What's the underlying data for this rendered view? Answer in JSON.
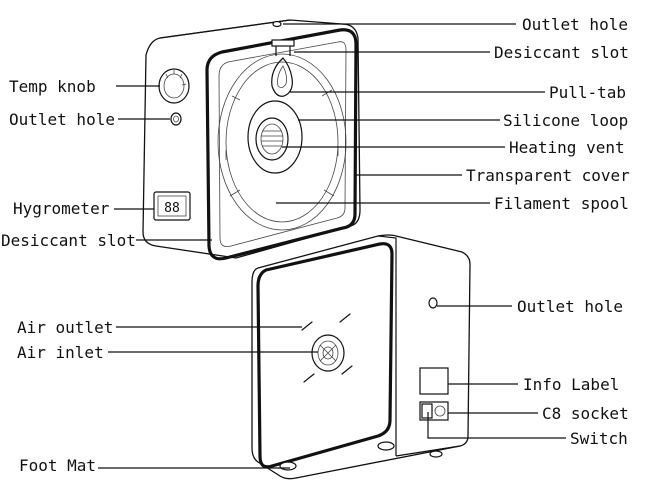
{
  "labels": {
    "outlet_hole_top": "Outlet hole",
    "desiccant_slot_top": "Desiccant slot",
    "pull_tab": "Pull-tab",
    "silicone_loop": "Silicone loop",
    "heating_vent": "Heating vent",
    "transparent_cover": "Transparent cover",
    "filament_spool": "Filament spool",
    "temp_knob": "Temp knob",
    "outlet_hole_left": "Outlet hole",
    "hygrometer": "Hygrometer",
    "desiccant_slot_left": "Desiccant slot",
    "outlet_hole_bottom": "Outlet hole",
    "air_outlet": "Air outlet",
    "air_inlet": "Air inlet",
    "info_label": "Info Label",
    "c8_socket": "C8 socket",
    "switch": "Switch",
    "foot_mat": "Foot Mat"
  },
  "hygrometer_display": "88"
}
